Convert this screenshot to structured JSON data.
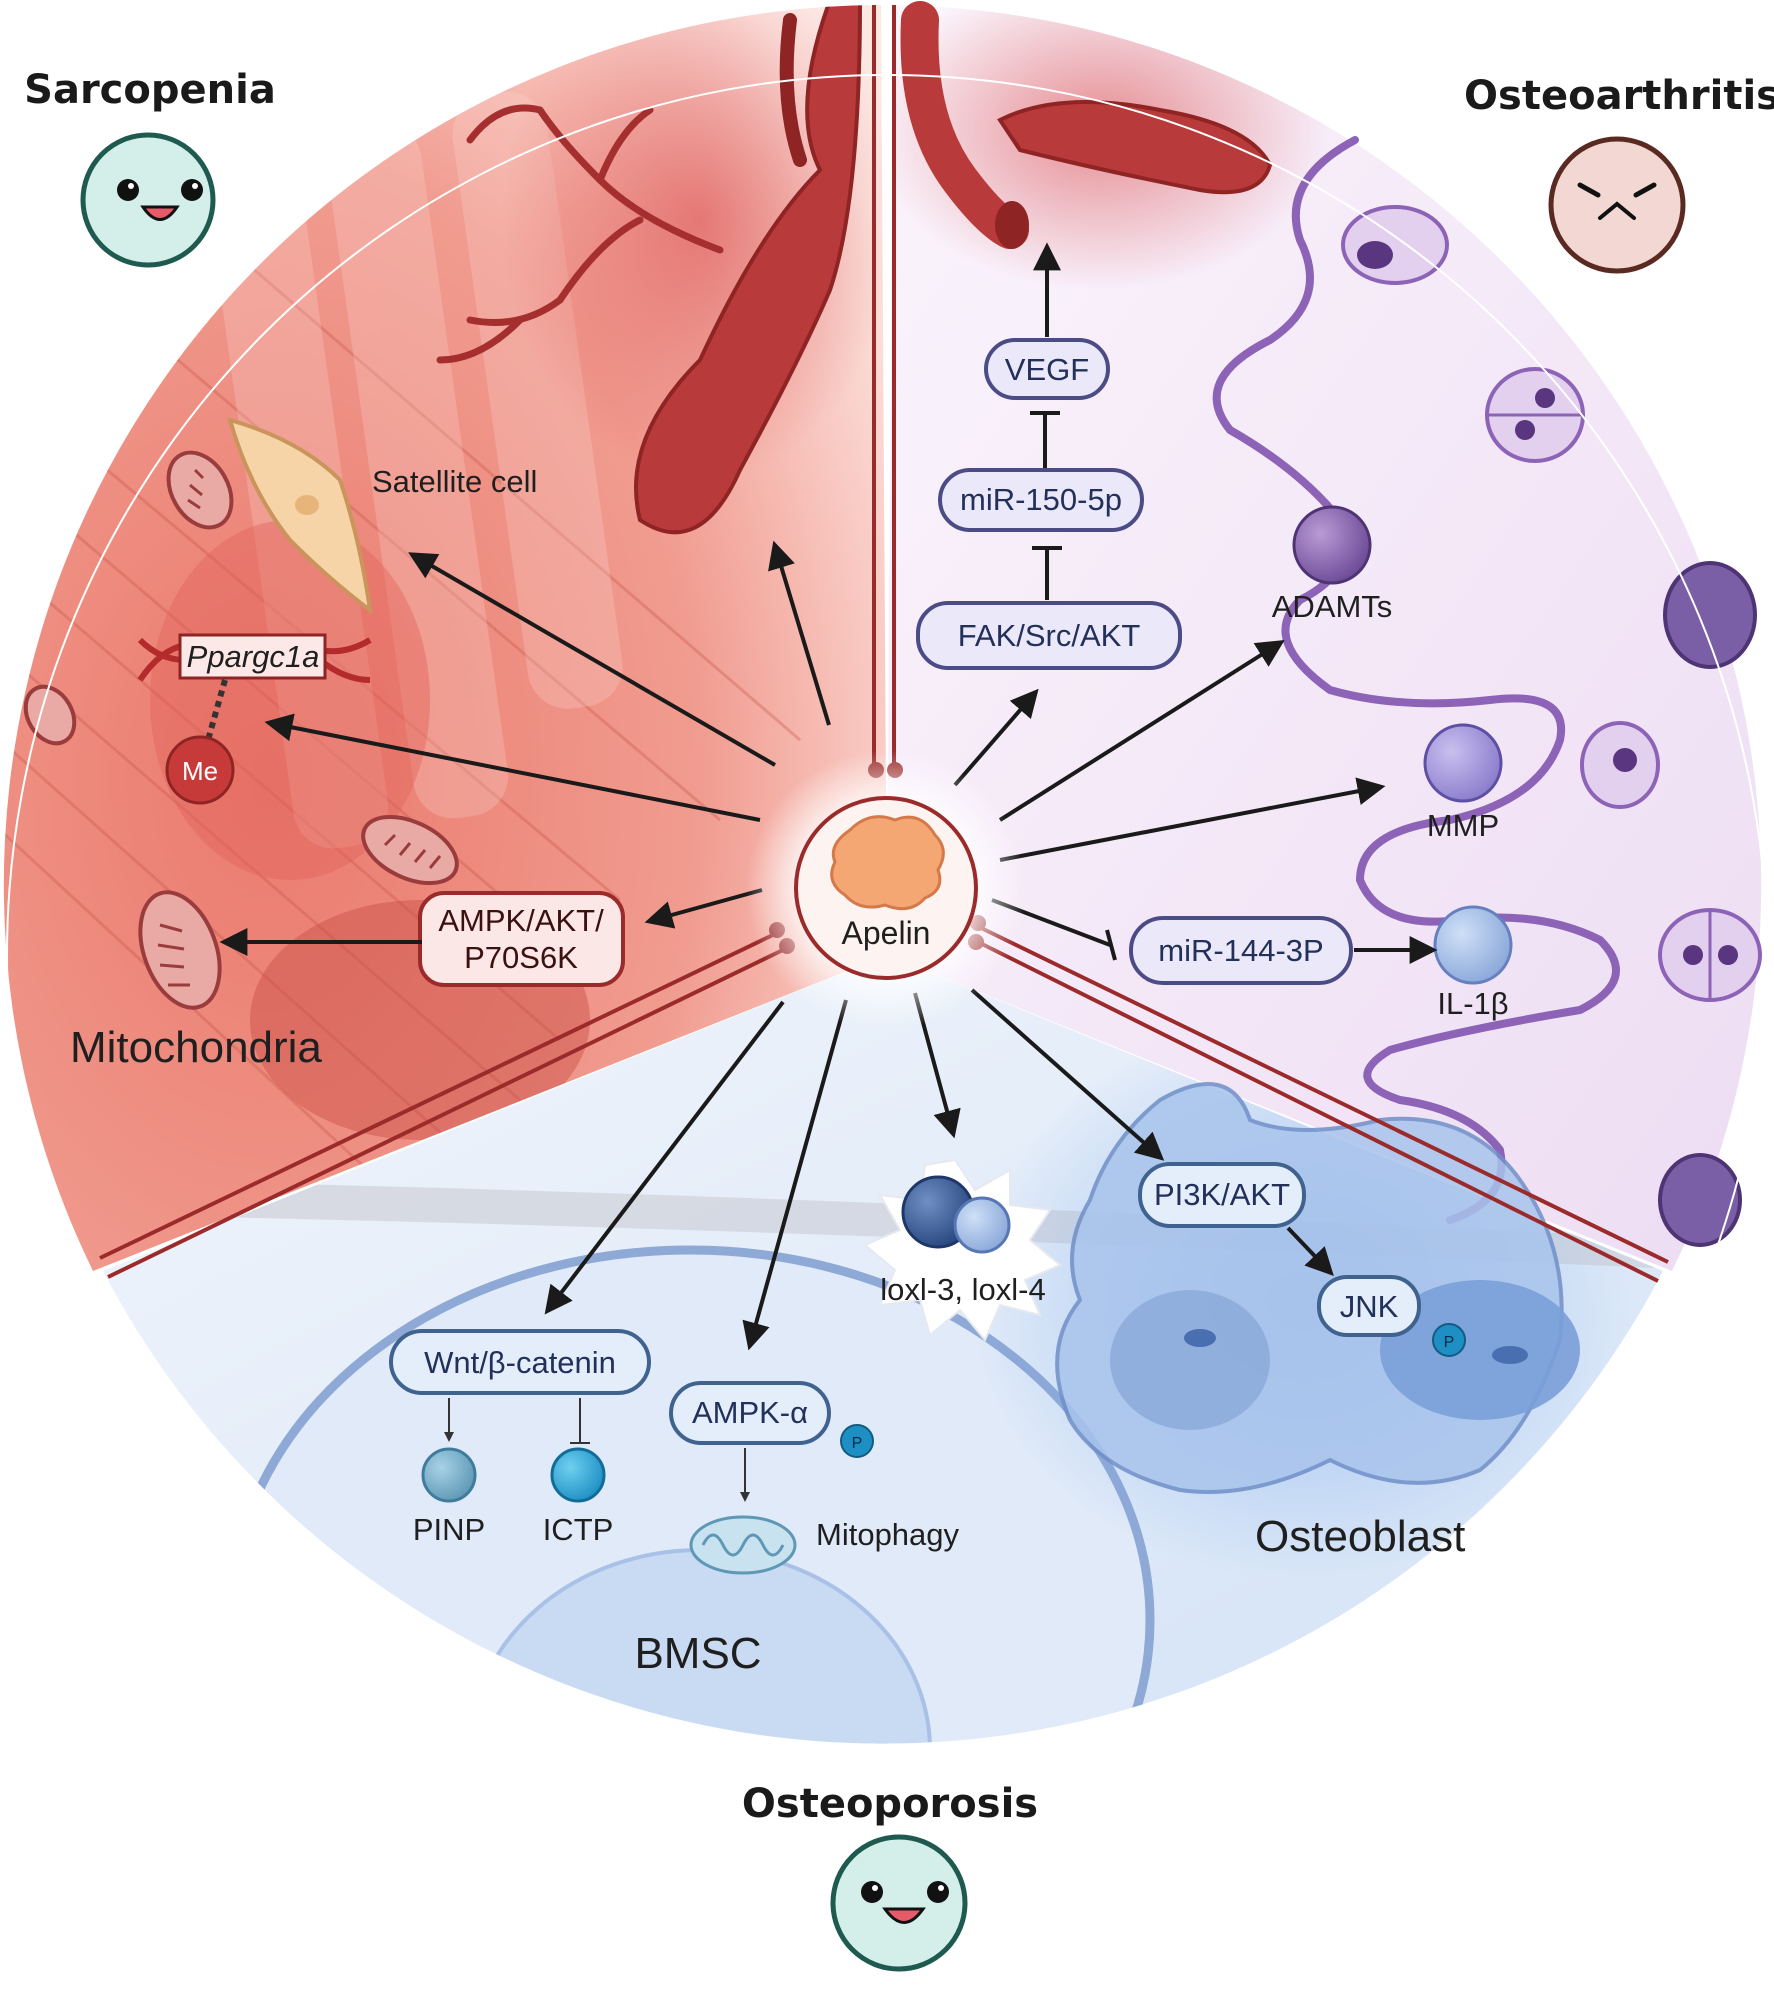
{
  "sections": {
    "sarcopenia": {
      "title": "Sarcopenia",
      "face_color": "#d4efe9",
      "mood": "happy"
    },
    "osteoarthritis": {
      "title": "Osteoarthritis",
      "face_color": "#f2d7d2",
      "mood": "sad"
    },
    "osteoporosis": {
      "title": "Osteoporosis",
      "face_color": "#d4efe9",
      "mood": "happy"
    }
  },
  "center": {
    "label": "Apelin",
    "icon": "apelin-protein-icon"
  },
  "sarcopenia_panel": {
    "satellite_cell": "Satellite cell",
    "gene": "Ppargc1a",
    "methylation": "Me",
    "pathway": [
      "AMPK/AKT/",
      "P70S6K"
    ],
    "mitochondria": "Mitochondria"
  },
  "osteoarthritis_panel": {
    "vegf": "VEGF",
    "mir150": "miR-150-5p",
    "fak": "FAK/Src/AKT",
    "adamts": "ADAMTs",
    "mmp": "MMP",
    "mir144": "miR-144-3P",
    "il1b": "IL-1β"
  },
  "osteoporosis_panel": {
    "wnt": "Wnt/β-catenin",
    "pinp": "PINP",
    "ictp": "ICTP",
    "ampk_alpha": "AMPK-α",
    "phospho": "P",
    "mitophagy": "Mitophagy",
    "loxl": "loxl-3, loxl-4",
    "pi3k": "PI3K/AKT",
    "jnk": "JNK",
    "bmsc": "BMSC",
    "osteoblast": "Osteoblast"
  },
  "colors": {
    "sarcopenia_bg": "#ef8f82",
    "osteoarthritis_bg": "#f1e3f6",
    "osteoporosis_bg": "#dce8f8",
    "divider": "#9b2b2b",
    "node_blue_border": "#4b4b86",
    "node_blue_fill": "#ebe9f9",
    "node_red_border": "#9b2b2b",
    "node_red_fill": "#fbe9e8",
    "cell_purple": "#8c63b6"
  }
}
